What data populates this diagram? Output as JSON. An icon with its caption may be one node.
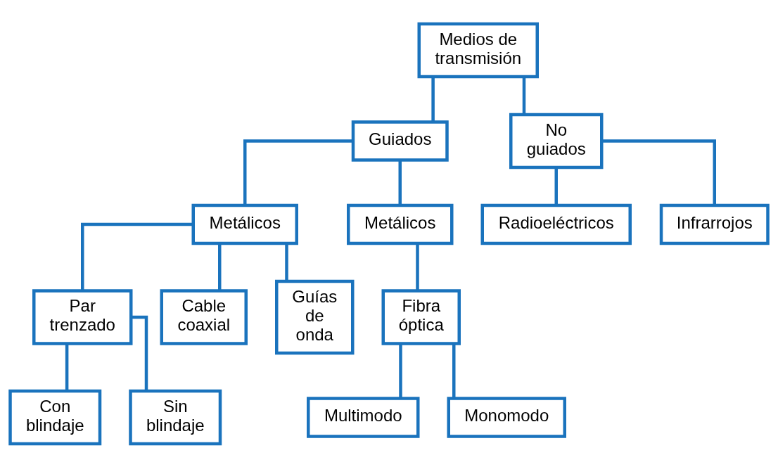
{
  "diagram": {
    "nodes": [
      {
        "text": [
          "Medios de transmisión"
        ]
      },
      {
        "text": [
          "Guiados"
        ]
      },
      {
        "text": [
          "No guiados"
        ]
      },
      {
        "text": [
          "Metálicos"
        ]
      },
      {
        "text": [
          "Metálicos"
        ]
      },
      {
        "text": [
          "Par trenzado"
        ]
      },
      {
        "text": [
          "Cable coaxial"
        ]
      },
      {
        "text": [
          "Guías de onda"
        ]
      },
      {
        "text": [
          "Fibra óptica"
        ]
      },
      {
        "text": [
          "Con blindaje"
        ]
      },
      {
        "text": [
          "Sin blindaje"
        ]
      },
      {
        "text": [
          "Multimodo"
        ]
      },
      {
        "text": [
          "Monomodo"
        ]
      },
      {
        "text": [
          "Radioeléctricos"
        ]
      },
      {
        "text": [
          "Infrarrojos"
        ]
      }
    ],
    "edges": [
      {
        "from": 0,
        "to": 1,
        "arrow": "none"
      },
      {
        "from": 0,
        "to": 2,
        "arrow": "none"
      },
      {
        "from": 1,
        "to": 3,
        "arrow": "none"
      },
      {
        "from": 1,
        "to": 4,
        "arrow": "none"
      },
      {
        "from": 3,
        "to": 5,
        "arrow": "none"
      },
      {
        "from": 3,
        "to": 6,
        "arrow": "none"
      },
      {
        "from": 3,
        "to": 7,
        "arrow": "none"
      },
      {
        "from": 4,
        "to": 8,
        "arrow": "none"
      },
      {
        "from": 5,
        "to": 9,
        "arrow": "none"
      },
      {
        "from": 5,
        "to": 10,
        "arrow": "none"
      },
      {
        "from": 8,
        "to": 11,
        "arrow": "none"
      },
      {
        "from": 8,
        "to": 12,
        "arrow": "none"
      },
      {
        "from": 2,
        "to": 13,
        "arrow": "none"
      },
      {
        "from": 2,
        "to": 14,
        "arrow": "none"
      }
    ]
  }
}
